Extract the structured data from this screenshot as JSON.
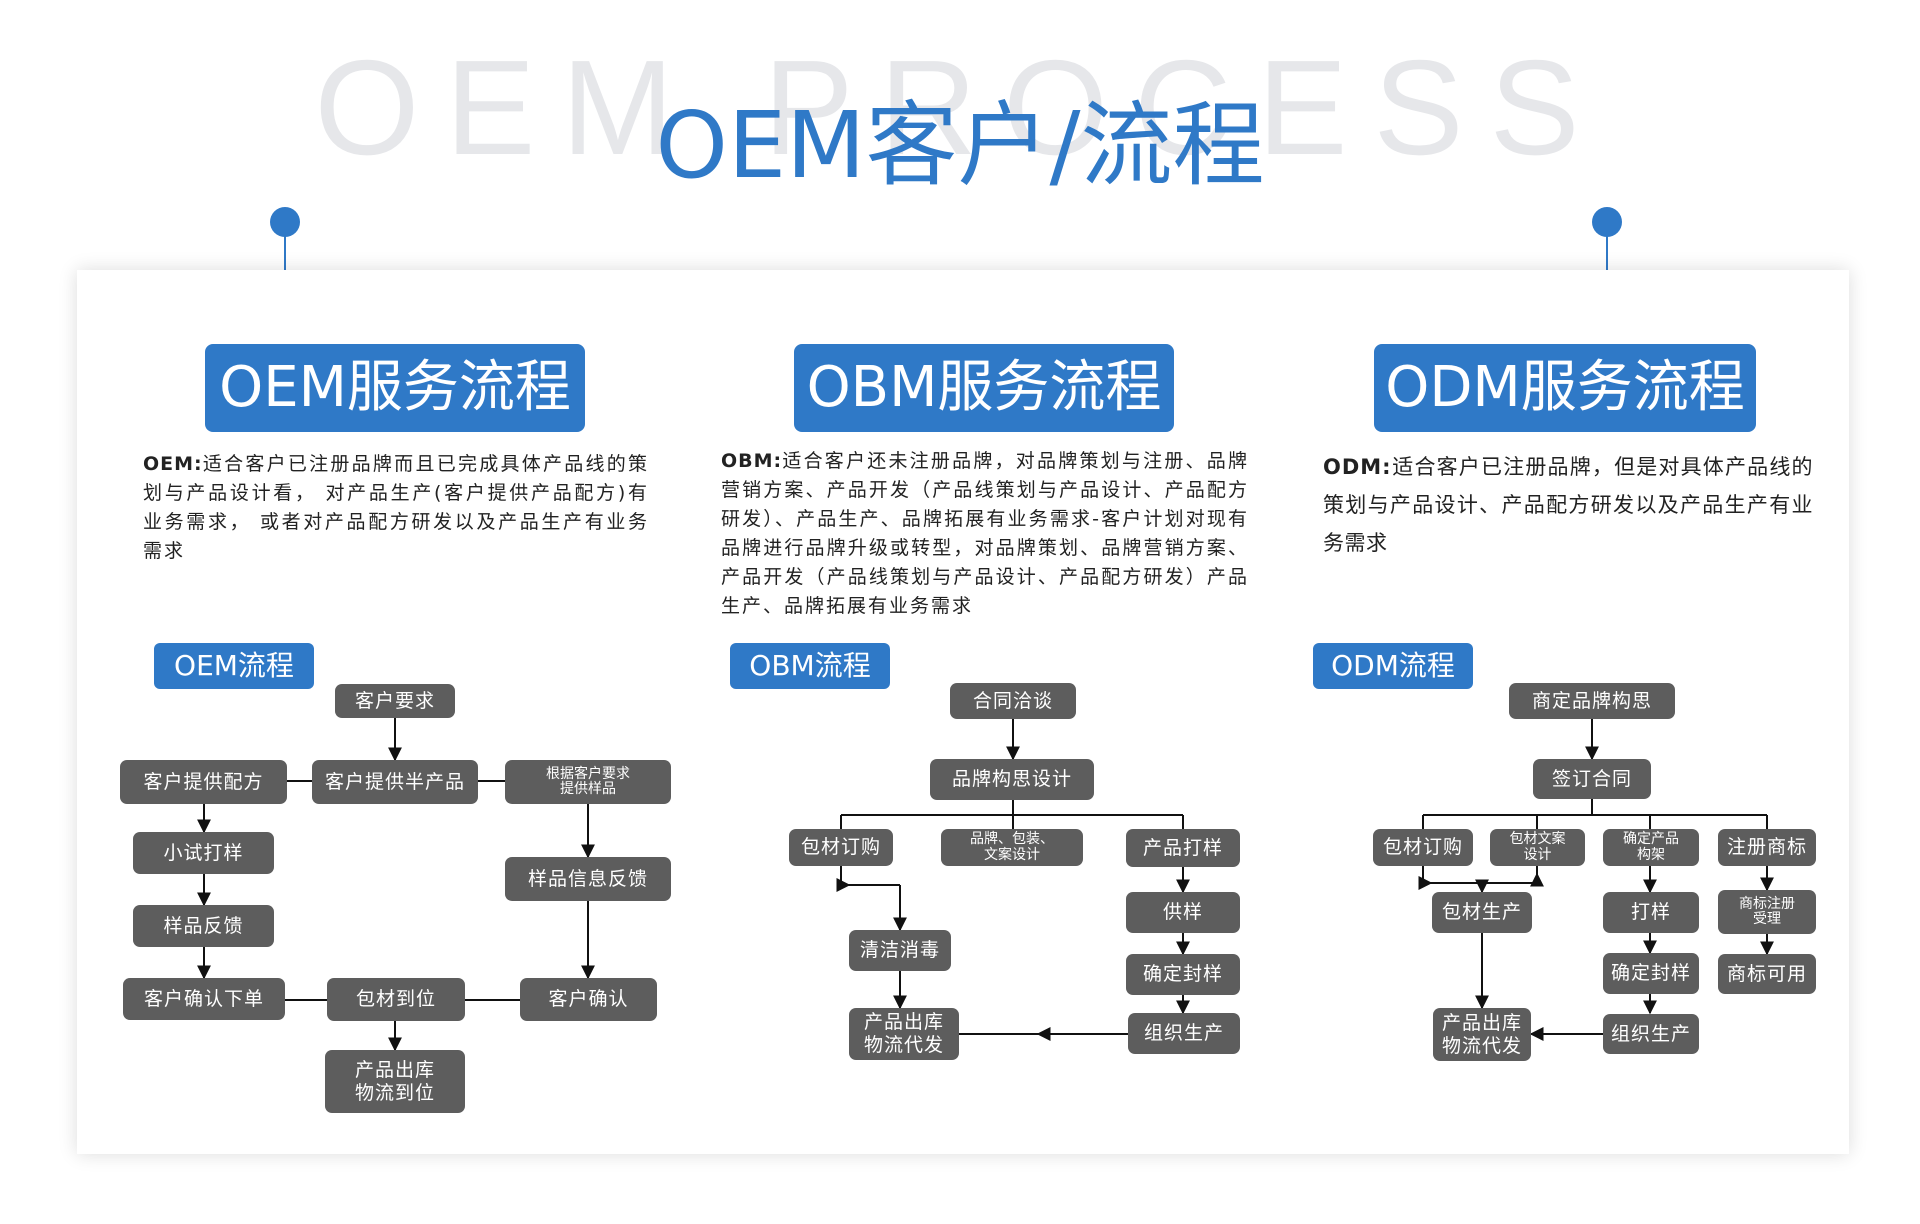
{
  "header": {
    "bg_text": "OEM PROCESS",
    "title": "OEM客户/流程"
  },
  "sections": {
    "oem": {
      "title": "OEM服务流程",
      "label": "OEM:",
      "desc": "适合客户已注册品牌而且已完成具体产品线的策划与产品设计看， 对产品生产(客户提供产品配方)有业务需求， 或者对产品配方研发以及产品生产有业务需求",
      "flow_tag": "OEM流程"
    },
    "obm": {
      "title": "OBM服务流程",
      "label": "OBM:",
      "desc": "适合客户还未注册品牌，对品牌策划与注册、品牌营销方案、产品开发（产品线策划与产品设计、产品配方研发）、产品生产、品牌拓展有业务需求-客户计划对现有品牌进行品牌升级或转型，对品牌策划、品牌营销方案、产品开发（产品线策划与产品设计、产品配方研发）产品生产、品牌拓展有业务需求",
      "flow_tag": "OBM流程"
    },
    "odm": {
      "title": "ODM服务流程",
      "label": "ODM:",
      "desc": "适合客户已注册品牌，但是对具体产品线的策划与产品设计、产品配方研发以及产品生产有业务需求",
      "flow_tag": "ODM流程"
    }
  },
  "oem_flow": {
    "customer_request": "客户要求",
    "customer_formula": "客户提供配方",
    "customer_semi": "客户提供半产品",
    "sample_by_request": "根据客户要求\n提供样品",
    "trial": "小试打样",
    "sample_feedback": "样品反馈",
    "sample_info_feedback": "样品信息反馈",
    "confirm_order": "客户确认下单",
    "packaging_arrive": "包材到位",
    "customer_confirm": "客户确认",
    "product_out": "产品出库\n物流到位"
  },
  "obm_flow": {
    "contract": "合同洽谈",
    "brand_concept": "品牌构思设计",
    "packaging_purchase": "包材订购",
    "brand_design": "品牌、包装、\n文案设计",
    "product_sample": "产品打样",
    "clean_disinfect": "清洁消毒",
    "supply_sample": "供样",
    "confirm_seal": "确定封样",
    "product_out": "产品出库\n物流代发",
    "organize_production": "组织生产"
  },
  "odm_flow": {
    "brand_concept": "商定品牌构思",
    "sign_contract": "签订合同",
    "packaging_purchase": "包材订购",
    "packaging_copy": "包材文案\n设计",
    "confirm_product_arch": "确定产品\n构架",
    "register_trademark": "注册商标",
    "packaging_production": "包材生产",
    "sample": "打样",
    "trademark_accepted": "商标注册\n受理",
    "confirm_seal": "确定封样",
    "trademark_usable": "商标可用",
    "product_out": "产品出库\n物流代发",
    "organize_production": "组织生产"
  },
  "colors": {
    "accent": "#2f79c7",
    "node": "#5d5d5d",
    "watermark": "#e6e7ea"
  }
}
